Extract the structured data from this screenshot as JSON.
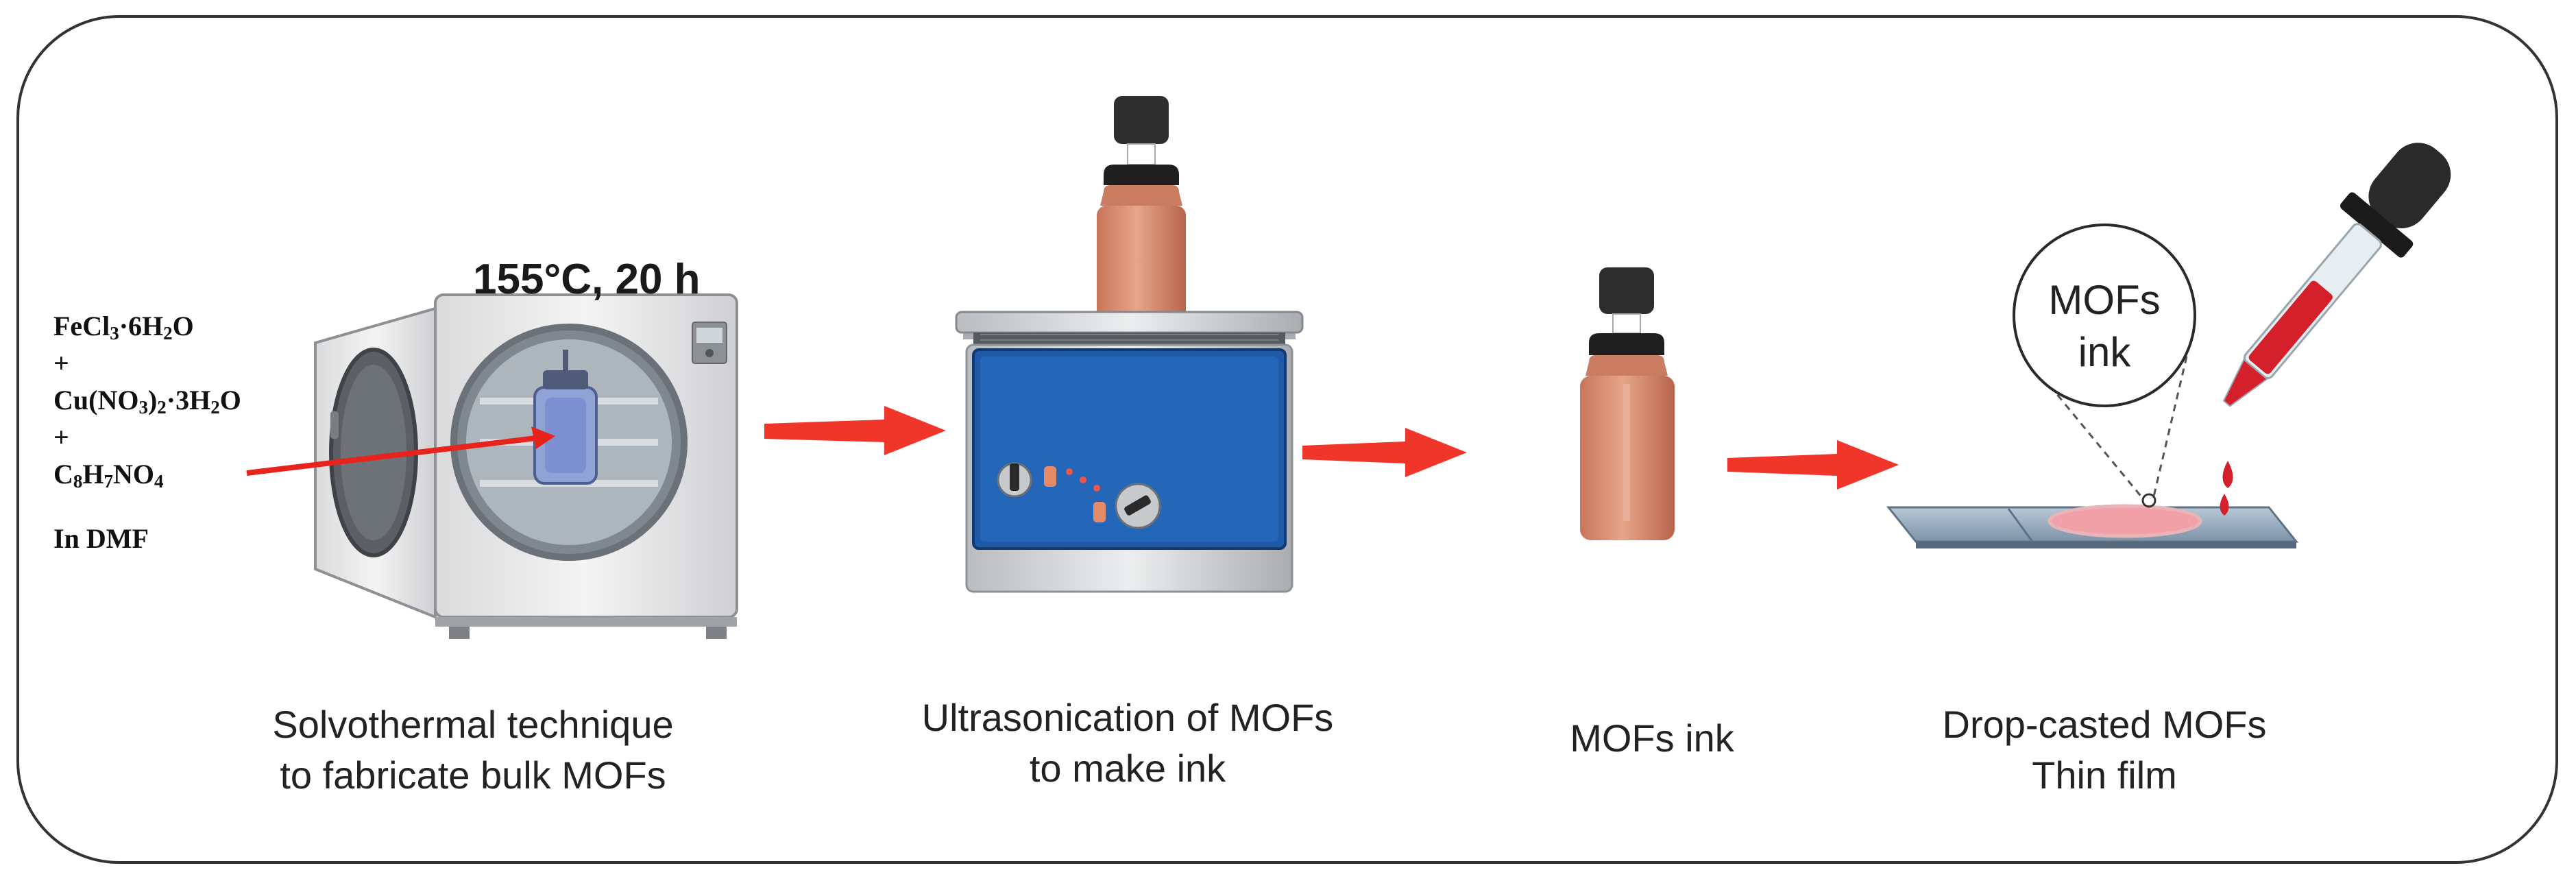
{
  "reagents": {
    "line1": "FeCl3·6H2O",
    "plus1": "+",
    "line2": "Cu(NO3)2·3H2O",
    "plus2": "+",
    "line3": "C8H7NO4",
    "solvent": "In DMF"
  },
  "oven_label": "155°C, 20 h",
  "bubble_label": "MOFs ink",
  "steps": [
    {
      "caption_l1": "Solvothermal technique",
      "caption_l2": "to fabricate bulk MOFs"
    },
    {
      "caption_l1": "Ultrasonication of MOFs",
      "caption_l2": "to make  ink"
    },
    {
      "caption_l1": "MOFs ink",
      "caption_l2": ""
    },
    {
      "caption_l1": "Drop-casted MOFs",
      "caption_l2": "Thin film"
    }
  ],
  "colors": {
    "arrow": "#f0352a",
    "bath_panel": "#1e5aa8",
    "bottle": "#d98a6a",
    "ink_red": "#d4202a"
  }
}
